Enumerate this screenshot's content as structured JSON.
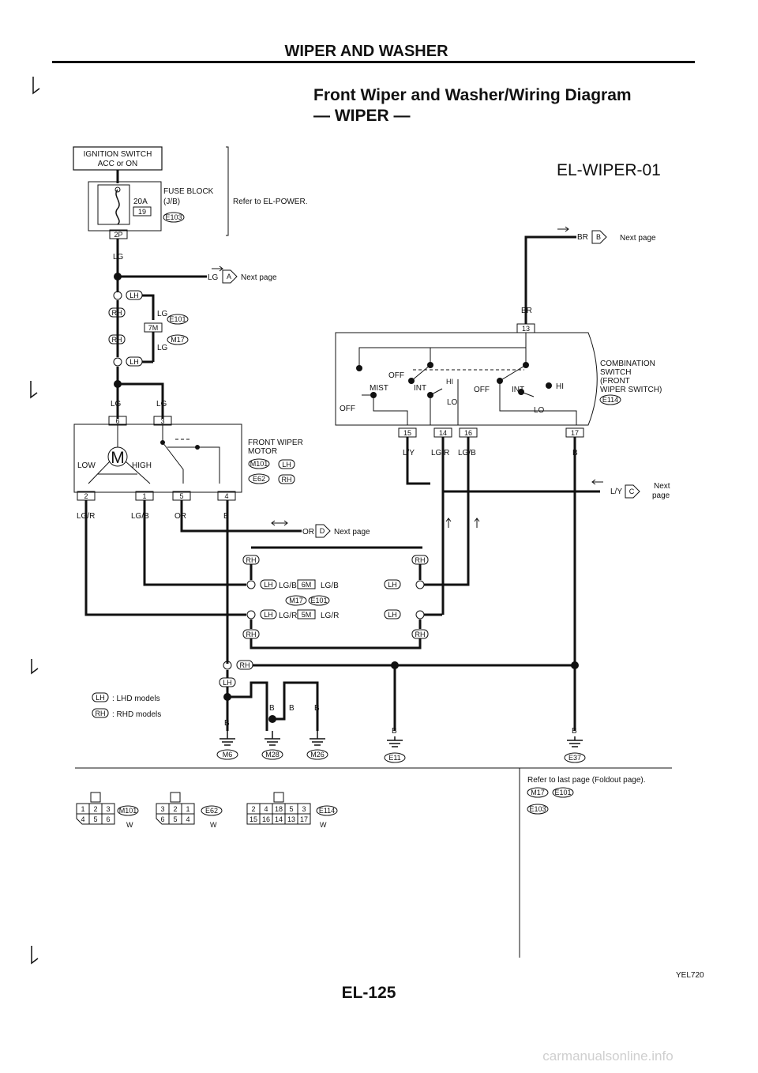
{
  "page": {
    "section_title": "WIPER AND WASHER",
    "diagram_title_line1": "Front Wiper and Washer/Wiring Diagram",
    "diagram_title_line2": "— WIPER —",
    "diagram_code": "EL-WIPER-01",
    "page_number": "EL-125",
    "figure_code": "YEL720",
    "watermark": "carmanualsonline.info"
  },
  "power": {
    "ignition_switch_line1": "IGNITION SWITCH",
    "ignition_switch_line2": "ACC or ON",
    "fuse_amp": "20A",
    "fuse_no": "19",
    "fuse_block_line1": "FUSE BLOCK",
    "fuse_block_line2": "(J/B)",
    "fuse_conn": "E103",
    "fuse_pin": "2P",
    "refer": "Refer to EL-POWER."
  },
  "wires": {
    "lg": "LG",
    "lgr": "LG/R",
    "lgb": "LG/B",
    "or": "OR",
    "b": "B",
    "br": "BR",
    "ly": "L/Y"
  },
  "offpage": {
    "a_letter": "A",
    "b_letter": "B",
    "c_letter": "C",
    "d_letter": "D",
    "next_page": "Next page",
    "next": "Next",
    "page": "page"
  },
  "tags": {
    "lh": "LH",
    "rh": "RH"
  },
  "conns": {
    "e101": "E101",
    "m17": "M17",
    "m101": "M101",
    "e62": "E62",
    "e114": "E114",
    "m6": "M6",
    "m28": "M28",
    "m26": "M26",
    "e11": "E11",
    "e37": "E37",
    "e103": "E103",
    "j7m": "7M",
    "j6m": "6M",
    "j5m": "5M"
  },
  "pins": {
    "p6": "6",
    "p3": "3",
    "p2": "2",
    "p1": "1",
    "p5": "5",
    "p4": "4",
    "p13": "13",
    "p15": "15",
    "p14": "14",
    "p16": "16",
    "p17": "17"
  },
  "motor": {
    "label_line1": "FRONT WIPER",
    "label_line2": "MOTOR",
    "m": "M",
    "low": "LOW",
    "high": "HIGH"
  },
  "switch": {
    "label_line1": "COMBINATION",
    "label_line2": "SWITCH",
    "label_line3": "(FRONT",
    "label_line4": "WIPER SWITCH)",
    "off": "OFF",
    "mist": "MIST",
    "int": "INT",
    "hi": "HI",
    "lo": "LO"
  },
  "legend": {
    "lhd": ": LHD models",
    "rhd": ": RHD models"
  },
  "refer_last": "Refer to last page (Foldout page).",
  "connector_views": {
    "m101_pins": [
      "1",
      "2",
      "3",
      "4",
      "5",
      "6"
    ],
    "e62_pins": [
      "3",
      "2",
      "1",
      "6",
      "5",
      "4"
    ],
    "e114_top": [
      "2",
      "4",
      "18",
      "5",
      "3"
    ],
    "e114_bottom": [
      "15",
      "16",
      "14",
      "13",
      "17"
    ],
    "color_w": "W"
  }
}
